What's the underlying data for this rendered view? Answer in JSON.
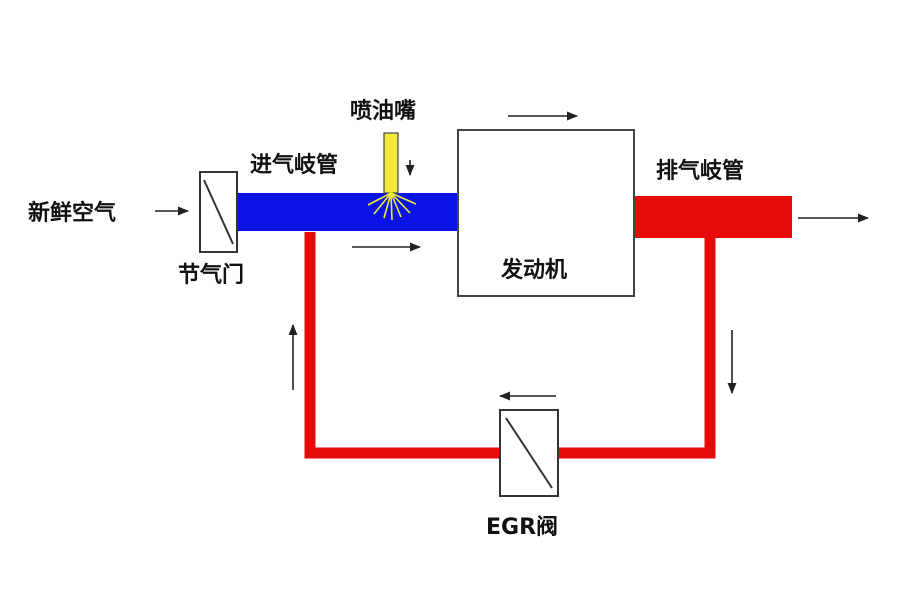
{
  "labels": {
    "fresh_air": "新鲜空气",
    "throttle": "节气门",
    "intake_manifold": "进气岐管",
    "injector": "喷油嘴",
    "engine": "发动机",
    "exhaust_manifold": "排气岐管",
    "egr_valve": "EGR阀"
  },
  "colors": {
    "intake": "#0a14e6",
    "exhaust": "#e60a0a",
    "injector": "#f2ea3a",
    "outline": "#333333"
  }
}
